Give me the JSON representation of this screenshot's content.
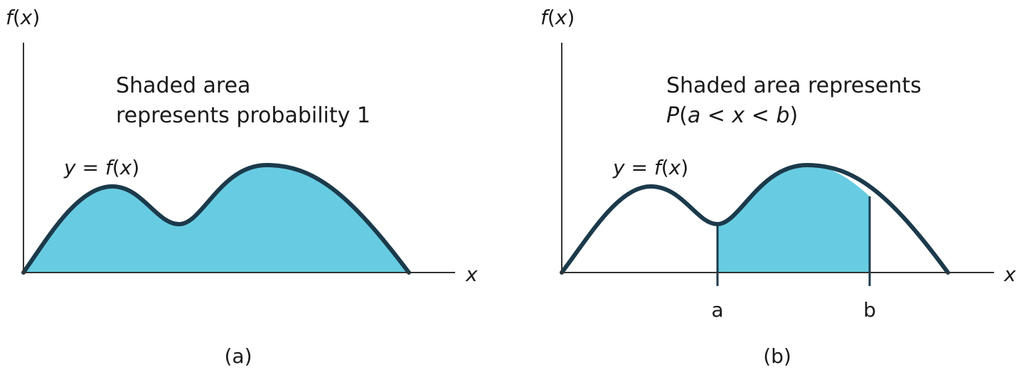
{
  "colors": {
    "shade": "#67cce2",
    "curve": "#1b3a4b",
    "axis": "#333333",
    "text": "#1a1a1a"
  },
  "panel_a": {
    "y_axis_label_fn": "f",
    "y_axis_label_open": "(",
    "y_axis_label_var": "x",
    "y_axis_label_close": ")",
    "x_axis_label": "x",
    "curve_label_y": "y",
    "curve_label_eq": " = ",
    "curve_label_fn": "f",
    "curve_label_open": "(",
    "curve_label_var": "x",
    "curve_label_close": ")",
    "note_line1": "Shaded area",
    "note_line2": "represents probability 1",
    "caption": "(a)"
  },
  "panel_b": {
    "y_axis_label_fn": "f",
    "y_axis_label_open": "(",
    "y_axis_label_var": "x",
    "y_axis_label_close": ")",
    "x_axis_label": "x",
    "curve_label_y": "y",
    "curve_label_eq": " = ",
    "curve_label_fn": "f",
    "curve_label_open": "(",
    "curve_label_var": "x",
    "curve_label_close": ")",
    "note_line1": "Shaded area represents",
    "note_p": "P",
    "note_open": "(",
    "note_a": "a",
    "note_lt1": " < ",
    "note_x": "x",
    "note_lt2": " < ",
    "note_b": "b",
    "note_close": ")",
    "tick_a": "a",
    "tick_b": "b",
    "caption": "(b)"
  }
}
